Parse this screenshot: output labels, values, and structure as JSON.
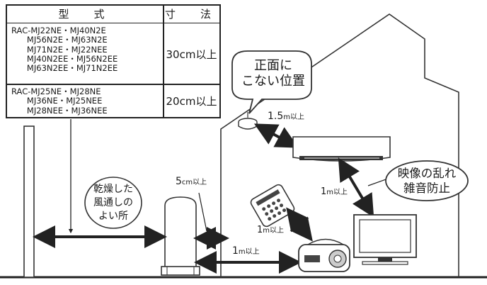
{
  "table": {
    "col_type": "型　式",
    "col_size": "寸　法",
    "rows": [
      {
        "models": "RAC-MJ22NE・MJ40N2E\n      MJ56N2E・MJ63N2E\n      MJ71N2E・MJ22NEE\n      MJ40N2EE・MJ56N2EE\n      MJ63N2EE・MJ71N2EE",
        "size": "30cm以上"
      },
      {
        "models": "RAC-MJ25NE・MJ28NE\n      MJ36NE・MJ25NEE\n      MJ28NEE・MJ36NEE",
        "size": "20cm以上"
      }
    ]
  },
  "callouts": {
    "not_facing_line1": "正面に",
    "not_facing_line2": "こない位置",
    "interference_line1": "映像の乱れ",
    "interference_line2": "雑音防止",
    "dry_line1": "乾燥した",
    "dry_line2": "風通しの",
    "dry_line3": "よい所"
  },
  "distances": {
    "detector_num": "1.5",
    "detector_unit": "m",
    "detector_suffix": "以上",
    "side_num": "5",
    "side_unit": "cm",
    "side_suffix": "以上",
    "tv_num": "1",
    "tv_unit": "m",
    "tv_suffix": "以上",
    "remote_num": "1",
    "remote_unit": "m",
    "remote_suffix": "以上",
    "radio_num": "1",
    "radio_unit": "m",
    "radio_suffix": "以上"
  }
}
